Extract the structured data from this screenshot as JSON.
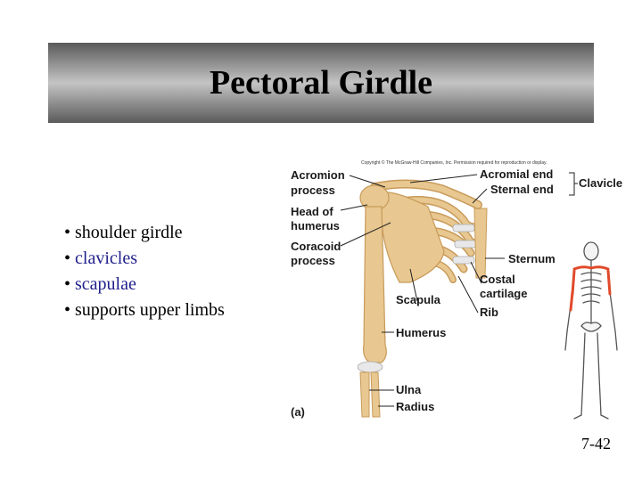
{
  "slide": {
    "title": "Pectoral Girdle",
    "bullets": [
      {
        "text": "shoulder girdle",
        "color": "#000000"
      },
      {
        "text": "clavicles",
        "color": "#1f1f8c"
      },
      {
        "text": "scapulae",
        "color": "#1f1f8c"
      },
      {
        "text": "supports upper limbs",
        "color": "#000000"
      }
    ],
    "slide_number": "7-42"
  },
  "figure": {
    "copyright": "Copyright © The McGraw-Hill Companies, Inc. Permission required for reproduction or display.",
    "labels": {
      "acromion": [
        "Acromion",
        "process"
      ],
      "head_humerus": [
        "Head of",
        "humerus"
      ],
      "coracoid": [
        "Coracoid",
        "process"
      ],
      "scapula": "Scapula",
      "humerus": "Humerus",
      "ulna": "Ulna",
      "radius": "Radius",
      "panel": "(a)",
      "acromial_end": "Acromial end",
      "sternal_end": "Sternal end",
      "clavicle": "Clavicle",
      "sternum": "Sternum",
      "costal": [
        "Costal",
        "cartilage"
      ],
      "rib": "Rib"
    },
    "colors": {
      "bone": "#e8c890",
      "bone_shadow": "#c89a5a",
      "cartilage": "#e8e8ea",
      "highlight": "#e04a2a"
    }
  }
}
